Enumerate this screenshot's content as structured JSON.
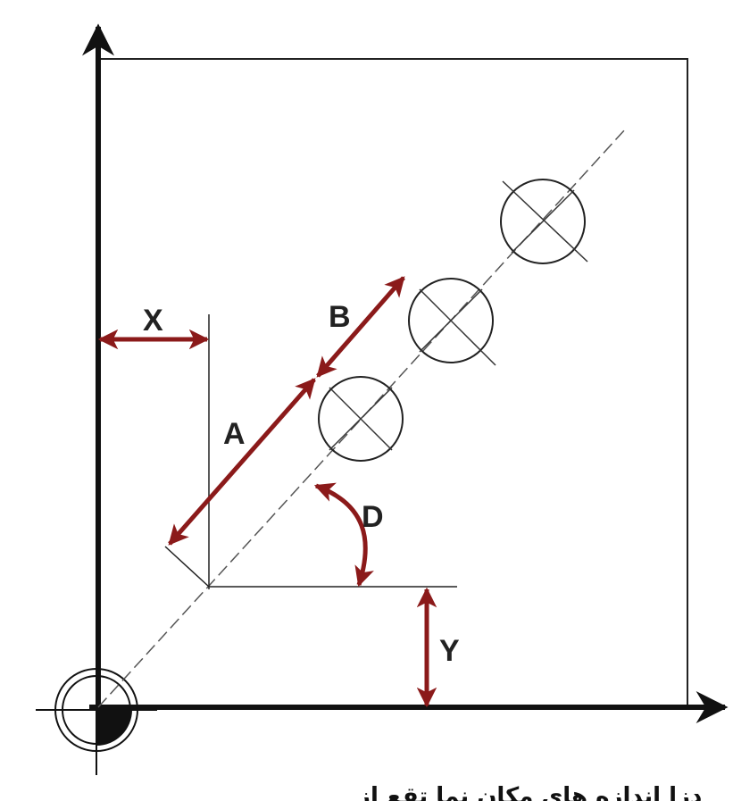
{
  "labels": {
    "x": "X",
    "y": "Y",
    "a": "A",
    "b": "B",
    "d": "D"
  },
  "caption": "دزا اندازه های مکان نما تقع از",
  "colors": {
    "dimension_arrow": "#8b1a1a",
    "axis": "#111111",
    "outline": "#222222",
    "centerline": "#555555",
    "label": "#222222"
  },
  "icons": {
    "origin": "origin-target-icon"
  }
}
